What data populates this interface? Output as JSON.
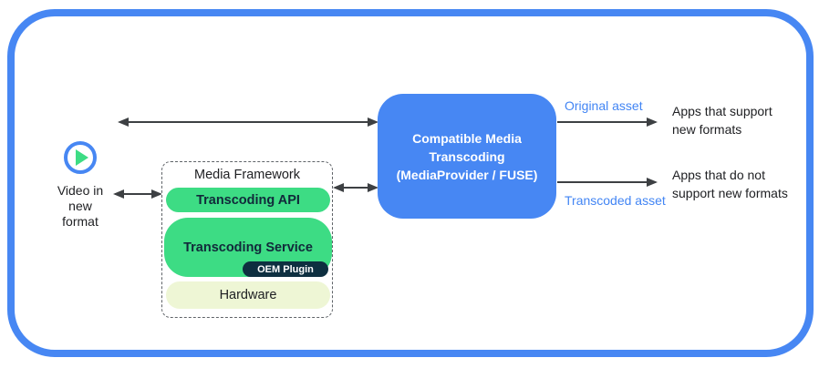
{
  "colors": {
    "frame_blue": "#4787f3",
    "box_blue": "#4787f3",
    "label_blue": "#4285f4",
    "android_green": "#3ddc84",
    "oem_dark_navy": "#0e2f40",
    "hardware_pale_green": "#eef6d5",
    "arrow_gray": "#3d4043"
  },
  "video_source": {
    "icon": "play-icon",
    "label": "Video in\nnew\nformat"
  },
  "media_framework": {
    "title": "Media Framework",
    "transcoding_api_label": "Transcoding API",
    "transcoding_service_label": "Transcoding Service",
    "oem_plugin_label": "OEM Plugin",
    "hardware_label": "Hardware"
  },
  "transcoder": {
    "label": "Compatible Media\nTranscoding\n(MediaProvider / FUSE)"
  },
  "outputs": {
    "original_label": "Original asset",
    "original_target": "Apps that support\nnew formats",
    "transcoded_label": "Transcoded asset",
    "transcoded_target": "Apps that do not\nsupport new formats"
  }
}
